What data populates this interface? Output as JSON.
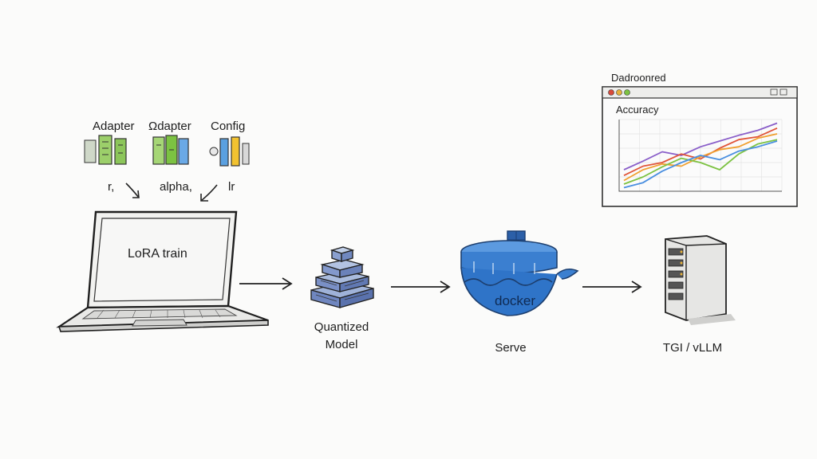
{
  "config_labels": {
    "adapter1": "Adapter",
    "adapter2": "Ωdapter",
    "config": "Config"
  },
  "param_labels": {
    "r": "r,",
    "alpha": "alpha,",
    "lr": "lr"
  },
  "laptop": {
    "screen_text": "LoRA train"
  },
  "stages": {
    "quantized_line1": "Quantized",
    "quantized_line2": "Model",
    "docker_text": "docker",
    "serve": "Serve",
    "tgi": "TGI / vLLM"
  },
  "dashboard": {
    "window_title": "Dadroonred",
    "chart_title": "Accuracy"
  },
  "colors": {
    "ink": "#2a2a2a",
    "docker_blue": "#3b7fd0",
    "docker_dark": "#1d5aa8",
    "green": "#7cc242",
    "yellow": "#f2c230",
    "blue": "#5aa0e0"
  },
  "chart_data": {
    "type": "line",
    "title": "Accuracy",
    "xlabel": "",
    "ylabel": "",
    "grid": true,
    "series": [
      {
        "values": [
          0.3,
          0.42,
          0.55,
          0.5,
          0.62,
          0.7,
          0.78,
          0.85,
          0.95
        ]
      },
      {
        "values": [
          0.22,
          0.35,
          0.4,
          0.52,
          0.45,
          0.6,
          0.72,
          0.76,
          0.88
        ]
      },
      {
        "values": [
          0.15,
          0.3,
          0.38,
          0.35,
          0.48,
          0.58,
          0.62,
          0.74,
          0.8
        ]
      },
      {
        "values": [
          0.1,
          0.2,
          0.34,
          0.46,
          0.4,
          0.3,
          0.52,
          0.66,
          0.72
        ]
      },
      {
        "values": [
          0.05,
          0.12,
          0.28,
          0.4,
          0.5,
          0.44,
          0.56,
          0.62,
          0.7
        ]
      }
    ]
  }
}
